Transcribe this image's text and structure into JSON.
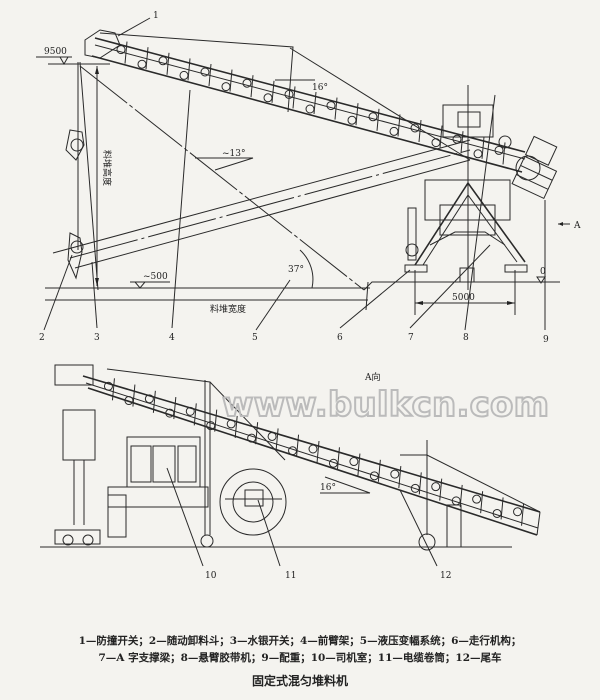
{
  "top_view": {
    "elevation_top": "9500",
    "elevation_bottom": "~500",
    "elevation_zero": "0",
    "pile_height_label": "料堆高度",
    "pile_width_label": "料堆宽度",
    "angle_boom": "16°",
    "angle_lower": "~13°",
    "angle_pile": "37°",
    "track_gauge": "5000",
    "view_arrow_label": "A",
    "part_numbers": [
      "1",
      "2",
      "3",
      "4",
      "5",
      "6",
      "7",
      "8",
      "9"
    ]
  },
  "side_view": {
    "title": "A向",
    "angle": "16°",
    "part_numbers": [
      "10",
      "11",
      "12"
    ]
  },
  "watermark": "www.bulkcn.com",
  "caption": {
    "legend_line_1": "1—防撞开关；2—随动卸料斗；3—水银开关；4—前臂架；5—液压变幅系统；6—走行机构；",
    "legend_line_2": "7—A 字支撑梁；8—悬臂胶带机；9—配重；10—司机室；11—电缆卷筒；12—尾车",
    "figure_title": "固定式混匀堆料机"
  }
}
